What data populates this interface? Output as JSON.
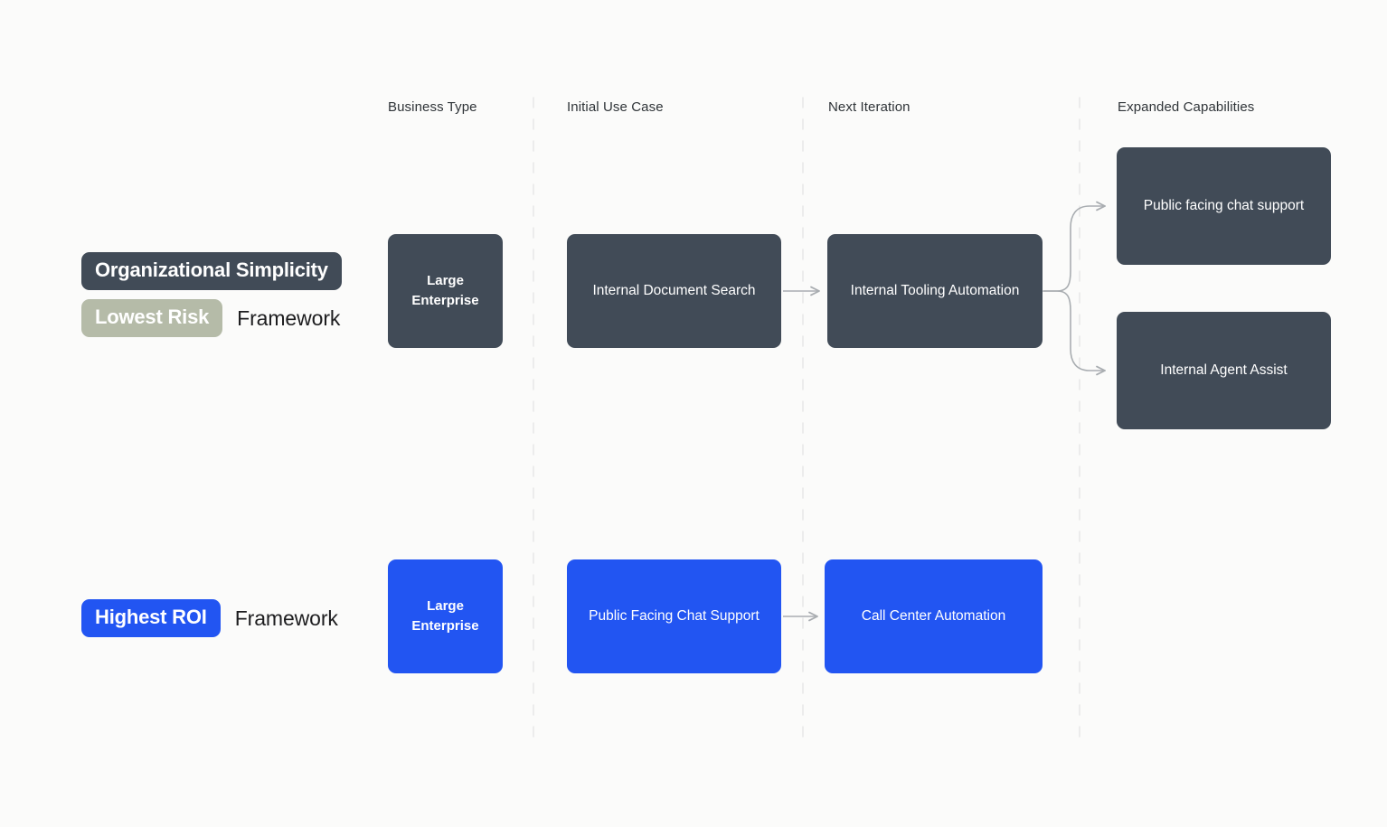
{
  "background_color": "#fbfbfa",
  "colors": {
    "dark_node": "#414b57",
    "blue_node": "#2255f2",
    "sage_badge": "#b5bba8",
    "arrow": "#a9adb1",
    "divider": "#e8e8e8",
    "header_text": "#2f3438",
    "tail_text": "#1d1d1f"
  },
  "columns": [
    {
      "label": "Business Type"
    },
    {
      "label": "Initial Use Case"
    },
    {
      "label": "Next Iteration"
    },
    {
      "label": "Expanded Capabilities"
    }
  ],
  "rows": [
    {
      "id": "organizational-simplicity",
      "badges": [
        {
          "text": "Organizational Simplicity",
          "style": "dark"
        },
        {
          "text": "Lowest Risk",
          "style": "sage"
        }
      ],
      "tail": "Framework",
      "nodes": [
        {
          "id": "large-enterprise-dark",
          "text": "Large\nEnterprise",
          "style": "dark",
          "bold": true
        },
        {
          "id": "internal-document-search",
          "text": "Internal Document Search",
          "style": "dark",
          "bold": false
        },
        {
          "id": "internal-tooling-automation",
          "text": "Internal Tooling Automation",
          "style": "dark",
          "bold": false
        },
        {
          "id": "public-facing-chat-support",
          "text": "Public facing chat support",
          "style": "dark",
          "bold": false
        },
        {
          "id": "internal-agent-assist",
          "text": "Internal Agent Assist",
          "style": "dark",
          "bold": false
        }
      ]
    },
    {
      "id": "highest-roi",
      "badges": [
        {
          "text": "Highest ROI",
          "style": "blue"
        }
      ],
      "tail": "Framework",
      "nodes": [
        {
          "id": "large-enterprise-blue",
          "text": "Large\nEnterprise",
          "style": "blue",
          "bold": true
        },
        {
          "id": "public-facing-chat-support-blue",
          "text": "Public Facing Chat Support",
          "style": "blue",
          "bold": false
        },
        {
          "id": "call-center-automation",
          "text": "Call Center Automation",
          "style": "blue",
          "bold": false
        }
      ]
    }
  ]
}
